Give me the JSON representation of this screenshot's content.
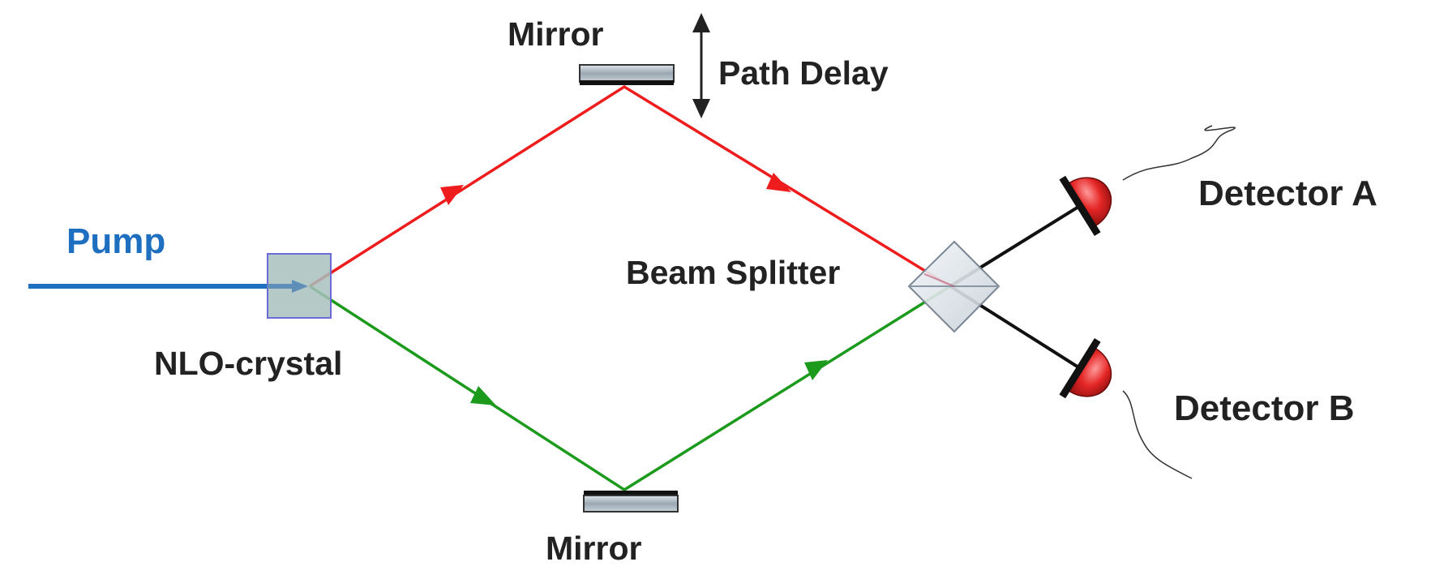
{
  "labels": {
    "pump": "Pump",
    "nlo_crystal": "NLO-crystal",
    "mirror_top": "Mirror",
    "mirror_bottom": "Mirror",
    "path_delay": "Path Delay",
    "beam_splitter": "Beam Splitter",
    "detector_a": "Detector A",
    "detector_b": "Detector B"
  },
  "colors": {
    "pump_beam": "#1f6fc0",
    "signal_beam": "#ee1c1c",
    "idler_beam": "#1c9a1c",
    "label_text": "#222222",
    "pump_label": "#1f6fc0",
    "detector": "#dd2222"
  }
}
